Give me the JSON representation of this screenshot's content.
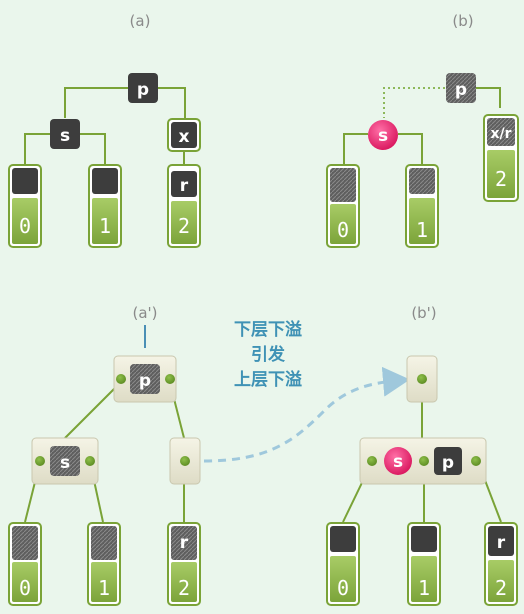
{
  "labels": {
    "a": "(a)",
    "b": "(b)",
    "a_prime": "(a')",
    "b_prime": "(b')"
  },
  "caption": {
    "line1": "下层下溢",
    "line2": "引发",
    "line3": "上层下溢"
  },
  "keys": {
    "p": "p",
    "s": "s",
    "x": "x",
    "r": "r",
    "x_over_r": "x/r"
  },
  "leaf_indices": [
    "0",
    "1",
    "2"
  ],
  "colors": {
    "background": "#eaf6ec",
    "edge": "#7aa337",
    "node_key": "#3d3d3d",
    "node_panel": "#ecead7",
    "leaf_fill": "#8fb84a",
    "highlight": "#e8226a",
    "arrow": "#9fc8dc",
    "caption": "#3f92b5"
  }
}
